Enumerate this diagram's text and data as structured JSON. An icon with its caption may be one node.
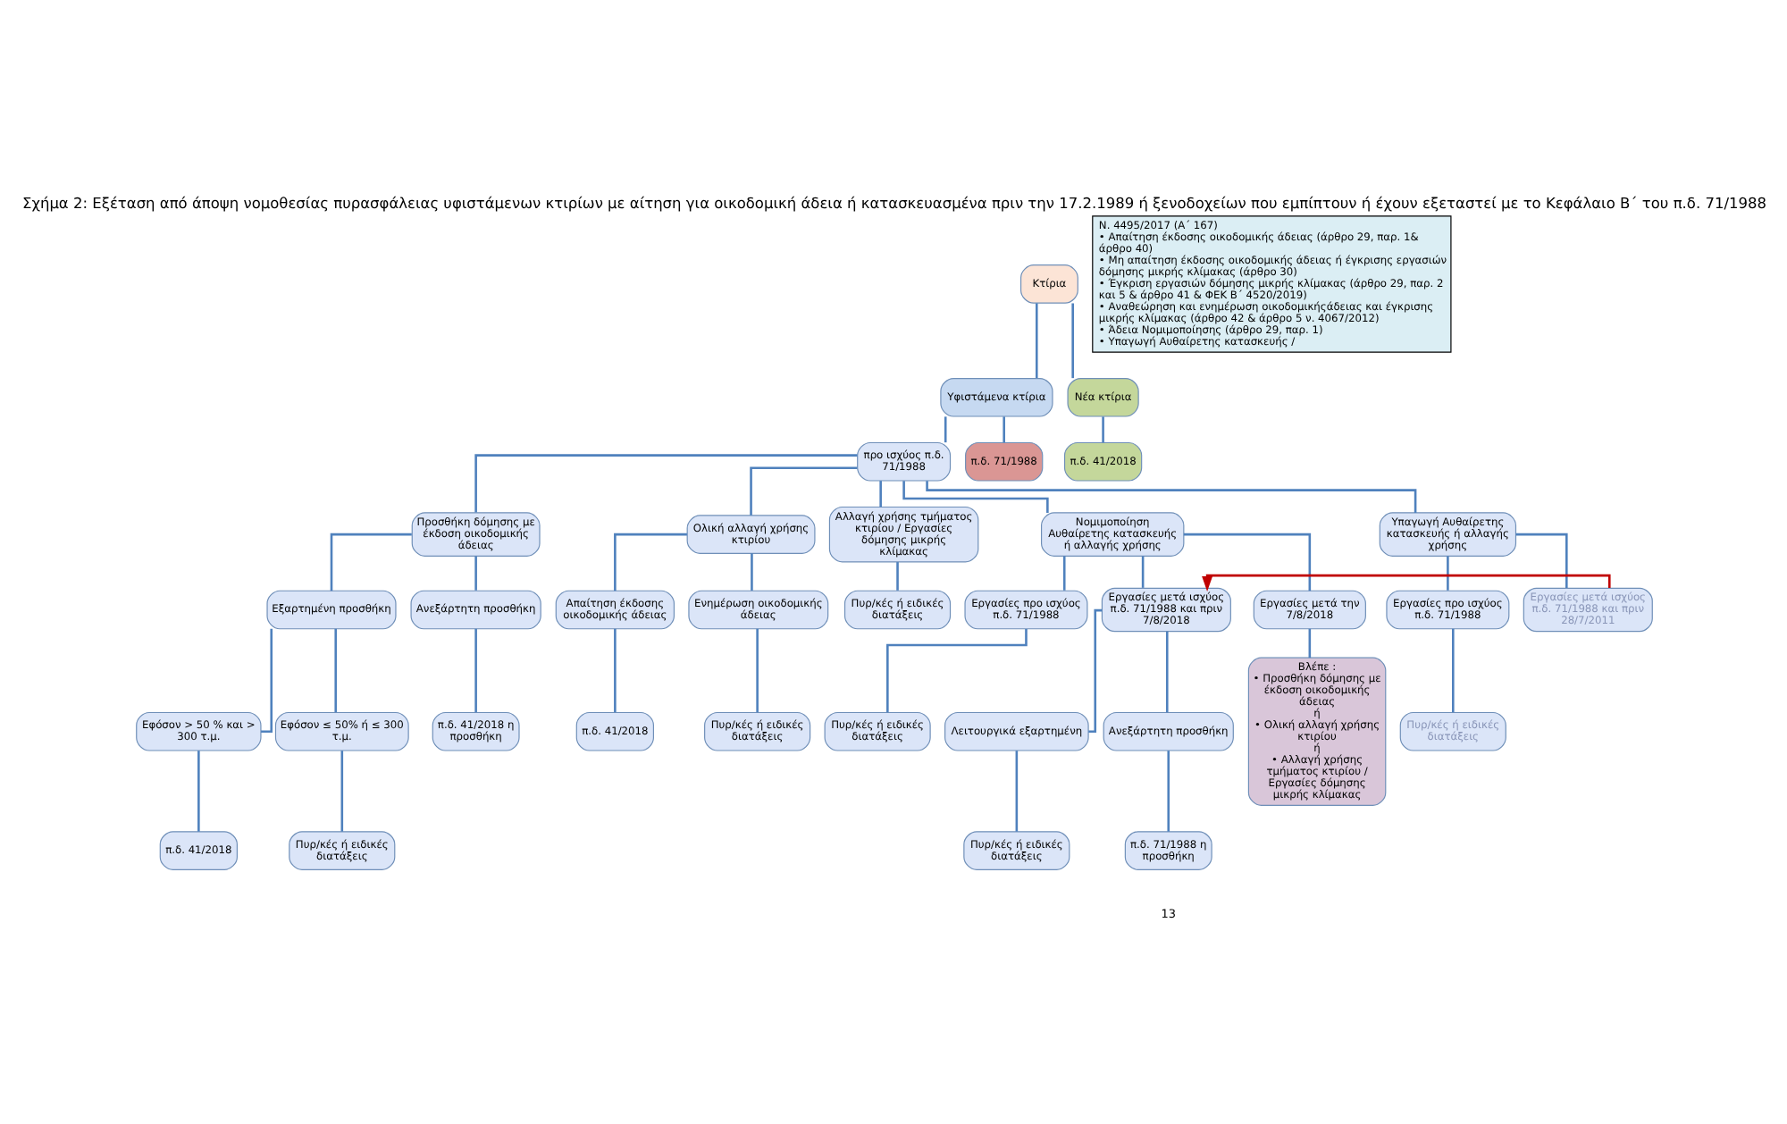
{
  "diagram": {
    "title": "Σχήμα 2: Εξέταση από άποψη νομοθεσίας πυρασφάλειας υφιστάμενων κτιρίων με αίτηση για οικοδομική άδεια ή κατασκευασμένα πριν την 17.2.1989 ή ξενοδοχείων που εμπίπτουν ή έχουν εξεταστεί με το Κεφάλαιο Β΄ του π.δ. 71/1988",
    "nodes": [
      {
        "text": [
          "Κτίρια"
        ]
      },
      {
        "text": [
          "Υφιστάμενα κτίρια"
        ]
      },
      {
        "text": [
          "Νέα κτίρια"
        ]
      },
      {
        "text": [
          "προ ισχύος π.δ. 71/1988"
        ]
      },
      {
        "text": [
          "π.δ. 71/1988"
        ]
      },
      {
        "text": [
          "π.δ. 41/2018"
        ]
      },
      {
        "text": [
          "Προσθήκη δόμησης με έκδοση οικοδομικής άδειας"
        ]
      },
      {
        "text": [
          "Ολική αλλαγή χρήσης κτιρίου"
        ]
      },
      {
        "text": [
          "Αλλαγή χρήσης τμήματος κτιρίου / Εργασίες δόμησης μικρής κλίμακας"
        ]
      },
      {
        "text": [
          "Νομιμοποίηση Αυθαίρετης κατασκευής ή αλλαγής χρήσης"
        ]
      },
      {
        "text": [
          "Υπαγωγή Αυθαίρετης κατασκευής ή αλλαγής χρήσης"
        ]
      },
      {
        "text": [
          "Εξαρτημένη προσθήκη"
        ]
      },
      {
        "text": [
          "Ανεξάρτητη προσθήκη"
        ]
      },
      {
        "text": [
          "Εφόσον > 50 % και > 300 τ.μ."
        ]
      },
      {
        "text": [
          "Εφόσον ≤ 50% ή ≤ 300 τ.μ."
        ]
      },
      {
        "text": [
          "π.δ. 41/2018 η προσθήκη"
        ]
      },
      {
        "text": [
          "π.δ. 41/2018"
        ]
      },
      {
        "text": [
          "Πυρ/κές ή ειδικές διατάξεις"
        ]
      },
      {
        "text": [
          "Απαίτηση έκδοσης οικοδομικής άδειας"
        ]
      },
      {
        "text": [
          "Ενημέρωση οικοδομικής άδειας"
        ]
      },
      {
        "text": [
          "π.δ. 41/2018"
        ]
      },
      {
        "text": [
          "Πυρ/κές ή ειδικές διατάξεις"
        ]
      },
      {
        "text": [
          "Πυρ/κές ή ειδικές διατάξεις"
        ]
      },
      {
        "text": [
          "Εργασίες προ ισχύος π.δ. 71/1988"
        ]
      },
      {
        "text": [
          "Εργασίες μετά ισχύος π.δ. 71/1988 και πριν 7/8/2018"
        ]
      },
      {
        "text": [
          "Εργασίες μετά την 7/8/2018"
        ]
      },
      {
        "text": [
          "Πυρ/κές ή ειδικές διατάξεις"
        ]
      },
      {
        "text": [
          "Λειτουργικά εξαρτημένη"
        ]
      },
      {
        "text": [
          "Ανεξάρτητη προσθήκη"
        ]
      },
      {
        "text": [
          "Βλέπε :",
          "• Προσθήκη δόμησης με έκδοση οικοδομικής άδειας",
          "ή",
          "• Ολική αλλαγή χρήσης κτιρίου",
          "ή",
          "• Αλλαγή χρήσης τμήματος κτιρίου / Εργασίες δόμησης μικρής κλίμακας"
        ]
      },
      {
        "text": [
          "Πυρ/κές ή ειδικές διατάξεις"
        ]
      },
      {
        "text": [
          "π.δ. 71/1988 η προσθήκη"
        ]
      },
      {
        "text": [
          "Εργασίες προ ισχύος π.δ. 71/1988"
        ]
      },
      {
        "text": [
          "Εργασίες μετά ισχύος π.δ. 71/1988 και πριν 28/7/2011"
        ]
      },
      {
        "text": [
          "Πυρ/κές ή ειδικές διατάξεις"
        ]
      },
      {
        "text": [
          "Ν. 4495/2017 (Α΄ 167)",
          "• Απαίτηση έκδοσης οικοδομικής άδειας (άρθρο 29, παρ. 1& άρθρο 40)",
          "• Μη απαίτηση έκδοσης οικοδομικής άδειας ή έγκρισης εργασιών δόμησης μικρής κλίμακας (άρθρο 30)",
          "• Έγκριση εργασιών δόμησης μικρής κλίμακας (άρθρο 29, παρ. 2 και 5 & άρθρο 41 & ΦΕΚ Β΄ 4520/2019)",
          "• Αναθεώρηση και ενημέρωση οικοδομικήςάδειας και έγκρισης μικρής κλίμακας (άρθρο 42 & άρθρο 5 ν. 4067/2012)",
          "• Άδεια Νομιμοποίησης (άρθρο 29, παρ. 1)",
          "• Υπαγωγή Αυθαίρετης κατασκευής /"
        ]
      }
    ],
    "edges": [
      {
        "from": 0,
        "to": 1,
        "arrow": "none"
      },
      {
        "from": 0,
        "to": 2,
        "arrow": "none"
      },
      {
        "from": 1,
        "to": 3,
        "arrow": "none"
      },
      {
        "from": 1,
        "to": 4,
        "arrow": "none"
      },
      {
        "from": 2,
        "to": 5,
        "arrow": "none"
      },
      {
        "from": 3,
        "to": 6,
        "arrow": "none"
      },
      {
        "from": 3,
        "to": 7,
        "arrow": "none"
      },
      {
        "from": 3,
        "to": 8,
        "arrow": "none"
      },
      {
        "from": 3,
        "to": 9,
        "arrow": "none"
      },
      {
        "from": 3,
        "to": 10,
        "arrow": "none"
      },
      {
        "from": 6,
        "to": 11,
        "arrow": "none"
      },
      {
        "from": 6,
        "to": 12,
        "arrow": "none"
      },
      {
        "from": 11,
        "to": 13,
        "arrow": "none"
      },
      {
        "from": 11,
        "to": 14,
        "arrow": "none"
      },
      {
        "from": 12,
        "to": 15,
        "arrow": "none"
      },
      {
        "from": 13,
        "to": 16,
        "arrow": "none"
      },
      {
        "from": 14,
        "to": 17,
        "arrow": "none"
      },
      {
        "from": 7,
        "to": 18,
        "arrow": "none"
      },
      {
        "from": 7,
        "to": 19,
        "arrow": "none"
      },
      {
        "from": 18,
        "to": 20,
        "arrow": "none"
      },
      {
        "from": 19,
        "to": 21,
        "arrow": "none"
      },
      {
        "from": 8,
        "to": 22,
        "arrow": "none"
      },
      {
        "from": 9,
        "to": 23,
        "arrow": "none"
      },
      {
        "from": 9,
        "to": 24,
        "arrow": "none"
      },
      {
        "from": 9,
        "to": 25,
        "arrow": "none"
      },
      {
        "from": 23,
        "to": 26,
        "arrow": "none"
      },
      {
        "from": 24,
        "to": 27,
        "arrow": "none"
      },
      {
        "from": 24,
        "to": 28,
        "arrow": "none"
      },
      {
        "from": 25,
        "to": 29,
        "arrow": "none"
      },
      {
        "from": 27,
        "to": 30,
        "arrow": "none"
      },
      {
        "from": 28,
        "to": 31,
        "arrow": "none"
      },
      {
        "from": 10,
        "to": 32,
        "arrow": "none"
      },
      {
        "from": 10,
        "to": 33,
        "arrow": "none"
      },
      {
        "from": 32,
        "to": 34,
        "arrow": "none"
      },
      {
        "from": 33,
        "to": 24,
        "arrow": "to",
        "color": "#c00000"
      }
    ],
    "labels": [
      "13"
    ]
  }
}
